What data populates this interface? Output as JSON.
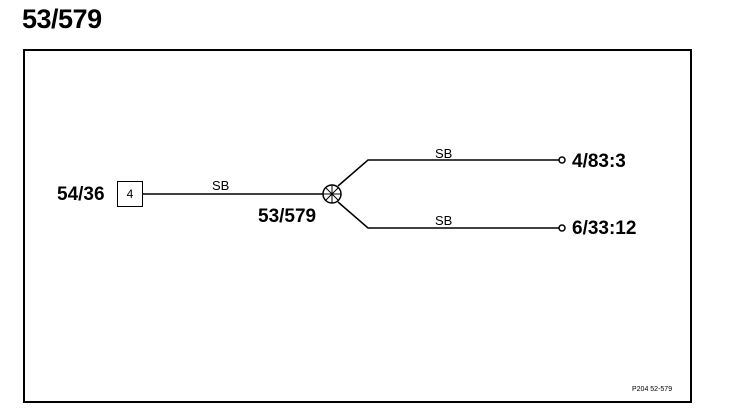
{
  "title": "53/579",
  "connector": {
    "id": "54/36",
    "pin": "4"
  },
  "splice": {
    "id": "53/579"
  },
  "wires": [
    {
      "color": "SB"
    },
    {
      "color": "SB"
    },
    {
      "color": "SB"
    }
  ],
  "endpoints": [
    {
      "id": "4/83:3"
    },
    {
      "id": "6/33:12"
    }
  ],
  "reference": "P204 52-579"
}
